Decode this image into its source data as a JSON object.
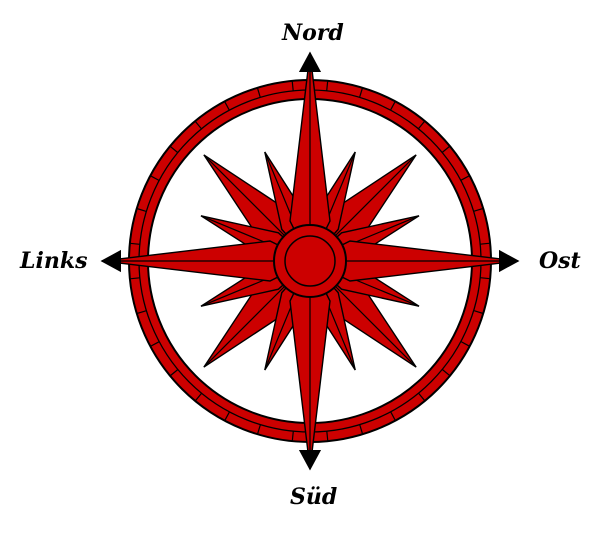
{
  "labels": {
    "north": "Nord",
    "west": "Links",
    "east": "Ost",
    "south": "Süd"
  },
  "colors": {
    "fill": "#cc0000",
    "stroke": "#000000",
    "background": "#ffffff"
  },
  "icons": {
    "rose": "compass-rose-icon"
  }
}
